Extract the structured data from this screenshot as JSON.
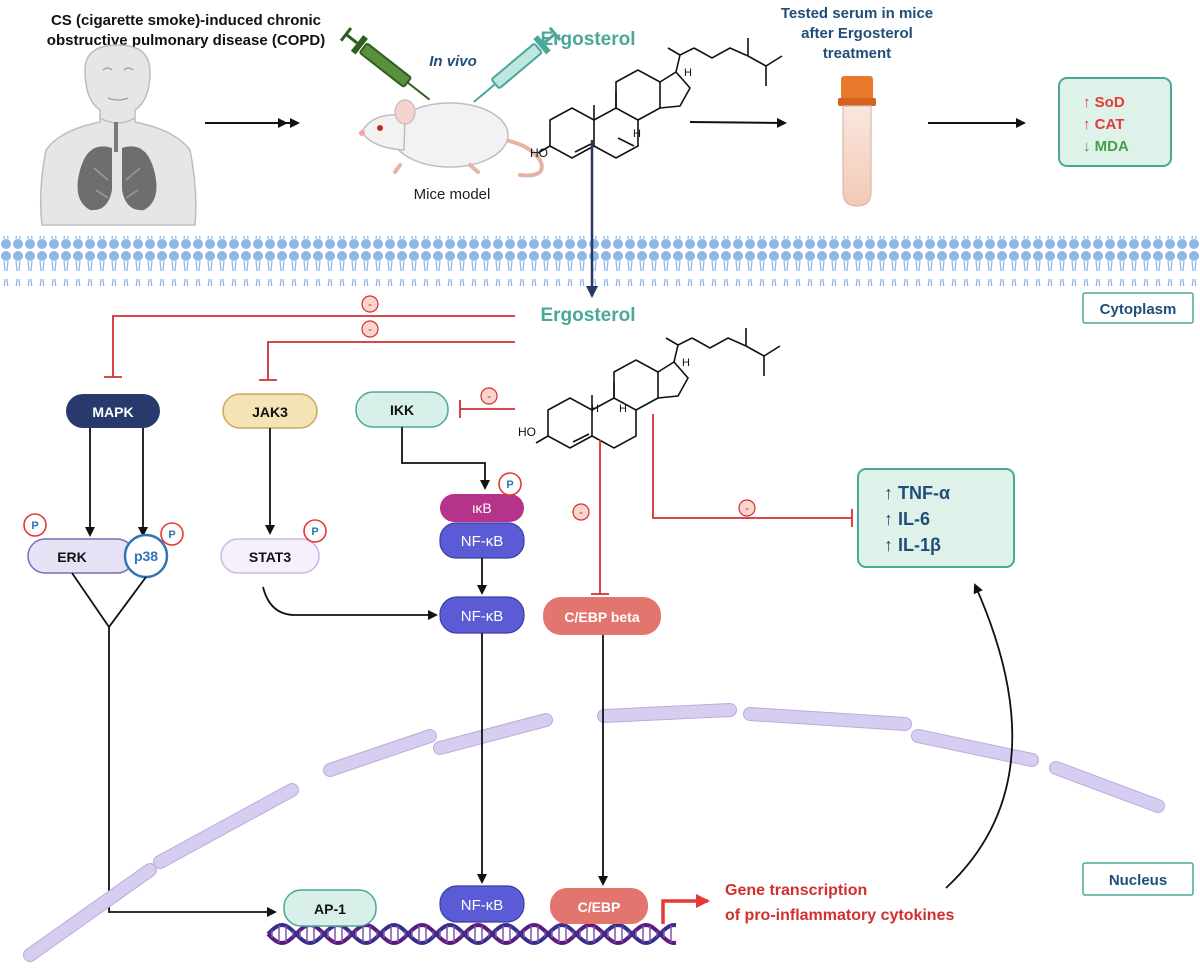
{
  "top": {
    "copd_title_line1": "CS (cigarette smoke)-induced chronic",
    "copd_title_line2": "obstructive pulmonary disease (COPD)",
    "in_vivo": "In vivo",
    "ergosterol": "Ergosterol",
    "mice_model": "Mice model",
    "serum_line1": "Tested serum in mice",
    "serum_line2": "after Ergosterol",
    "serum_line3": "treatment",
    "markers": [
      {
        "arrow": "↑",
        "label": "SoD",
        "color": "#e53935"
      },
      {
        "arrow": "↑",
        "label": "CAT",
        "color": "#e53935"
      },
      {
        "arrow": "↓",
        "label": "MDA",
        "color": "#43a047"
      }
    ]
  },
  "regions": {
    "cytoplasm": "Cytoplasm",
    "nucleus": "Nucleus"
  },
  "cell": {
    "ergosterol": "Ergosterol",
    "inhibit_symbol": "-",
    "phospho_symbol": "P",
    "nodes": {
      "mapk": "MAPK",
      "jak3": "JAK3",
      "ikk": "IKK",
      "erk": "ERK",
      "p38": "p38",
      "stat3": "STAT3",
      "ikb": "ικB",
      "nfkb_complex": "NF-κB",
      "nfkb_cyto": "NF-κB",
      "cebp_beta": "C/EBP beta",
      "ap1": "AP-1",
      "nfkb_nuc": "NF-κB",
      "cebp": "C/EBP"
    },
    "cytokines": [
      {
        "arrow": "↑",
        "label": "TNF-α"
      },
      {
        "arrow": "↑",
        "label": "IL-6"
      },
      {
        "arrow": "↑",
        "label": "IL-1β"
      }
    ],
    "gene_line1": "Gene transcription",
    "gene_line2": "of pro-inflammatory cytokines"
  },
  "colors": {
    "ergo_teal": "#4aa79a",
    "title_blue": "#1f4e79",
    "inhibit_red": "#d32f2f",
    "mapk": "#283a6b",
    "jak3": "#f3e3b5",
    "ikk": "#d9f0ea",
    "ikb": "#b5338a",
    "nfkb": "#5b5bd6",
    "cebp": "#e2766e",
    "ap1": "#d9f0ea",
    "membrane": "#8fb8e8",
    "nuclear": "#d6cdf0",
    "box_green": "#dff2ea"
  }
}
